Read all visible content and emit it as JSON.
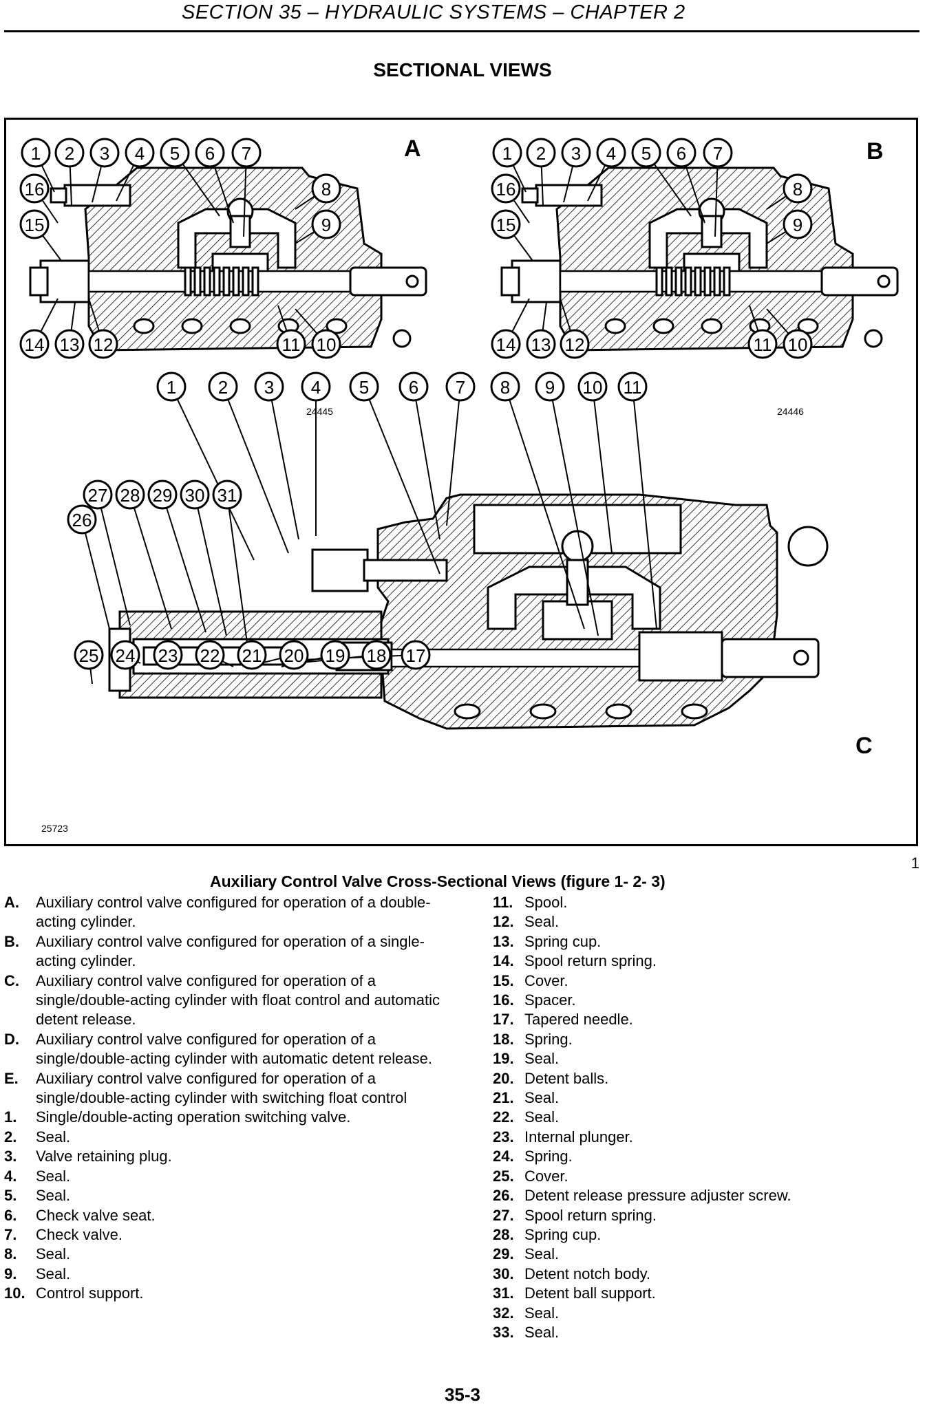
{
  "header": {
    "title": "SECTION 35 – HYDRAULIC SYSTEMS – CHAPTER 2"
  },
  "page_title": "SECTIONAL VIEWS",
  "figure": {
    "views": [
      {
        "letter": "A",
        "code": "24445",
        "callouts": [
          "1",
          "2",
          "3",
          "4",
          "5",
          "6",
          "7",
          "8",
          "9",
          "10",
          "11",
          "12",
          "13",
          "14",
          "15",
          "16"
        ]
      },
      {
        "letter": "B",
        "code": "24446",
        "callouts": [
          "1",
          "2",
          "3",
          "4",
          "5",
          "6",
          "7",
          "8",
          "9",
          "10",
          "11",
          "12",
          "13",
          "14",
          "15",
          "16"
        ]
      },
      {
        "letter": "C",
        "code": "25723",
        "callouts": [
          "1",
          "2",
          "3",
          "4",
          "5",
          "6",
          "7",
          "8",
          "9",
          "10",
          "11",
          "17",
          "18",
          "19",
          "20",
          "21",
          "22",
          "23",
          "24",
          "25",
          "26",
          "27",
          "28",
          "29",
          "30",
          "31"
        ]
      }
    ],
    "number": "1",
    "caption": "Auxiliary Control Valve Cross-Sectional Views (figure 1- 2- 3)"
  },
  "legend_left": [
    {
      "key": "A.",
      "text": "Auxiliary control valve configured for operation of a double-acting cylinder."
    },
    {
      "key": "B.",
      "text": "Auxiliary control valve configured for operation of a single-acting cylinder."
    },
    {
      "key": "C.",
      "text": "Auxiliary control valve configured for operation of a single/double-acting cylinder with float control and automatic detent release."
    },
    {
      "key": "D.",
      "text": "Auxiliary control valve configured for operation of a single/double-acting cylinder with automatic detent release."
    },
    {
      "key": "E.",
      "text": "Auxiliary control valve configured for operation of a single/double-acting cylinder with switching float control"
    },
    {
      "key": "1.",
      "text": "Single/double-acting operation switching valve."
    },
    {
      "key": "2.",
      "text": "Seal."
    },
    {
      "key": "3.",
      "text": "Valve retaining plug."
    },
    {
      "key": "4.",
      "text": "Seal."
    },
    {
      "key": "5.",
      "text": "Seal."
    },
    {
      "key": "6.",
      "text": "Check valve seat."
    },
    {
      "key": "7.",
      "text": "Check valve."
    },
    {
      "key": "8.",
      "text": "Seal."
    },
    {
      "key": "9.",
      "text": "Seal."
    },
    {
      "key": "10.",
      "text": "Control support."
    }
  ],
  "legend_right": [
    {
      "key": "11.",
      "text": "Spool."
    },
    {
      "key": "12.",
      "text": "Seal."
    },
    {
      "key": "13.",
      "text": "Spring cup."
    },
    {
      "key": "14.",
      "text": "Spool return spring."
    },
    {
      "key": "15.",
      "text": "Cover."
    },
    {
      "key": "16.",
      "text": "Spacer."
    },
    {
      "key": "17.",
      "text": "Tapered needle."
    },
    {
      "key": "18.",
      "text": "Spring."
    },
    {
      "key": "19.",
      "text": "Seal."
    },
    {
      "key": "20.",
      "text": "Detent balls."
    },
    {
      "key": "21.",
      "text": "Seal."
    },
    {
      "key": "22.",
      "text": "Seal."
    },
    {
      "key": "23.",
      "text": "Internal plunger."
    },
    {
      "key": "24.",
      "text": "Spring."
    },
    {
      "key": "25.",
      "text": "Cover."
    },
    {
      "key": "26.",
      "text": "Detent release pressure adjuster screw."
    },
    {
      "key": "27.",
      "text": "Spool return spring."
    },
    {
      "key": "28.",
      "text": "Spring cup."
    },
    {
      "key": "29.",
      "text": "Seal."
    },
    {
      "key": "30.",
      "text": "Detent notch body."
    },
    {
      "key": "31.",
      "text": "Detent ball support."
    },
    {
      "key": "32.",
      "text": "Seal."
    },
    {
      "key": "33.",
      "text": "Seal."
    }
  ],
  "page_number": "35-3"
}
